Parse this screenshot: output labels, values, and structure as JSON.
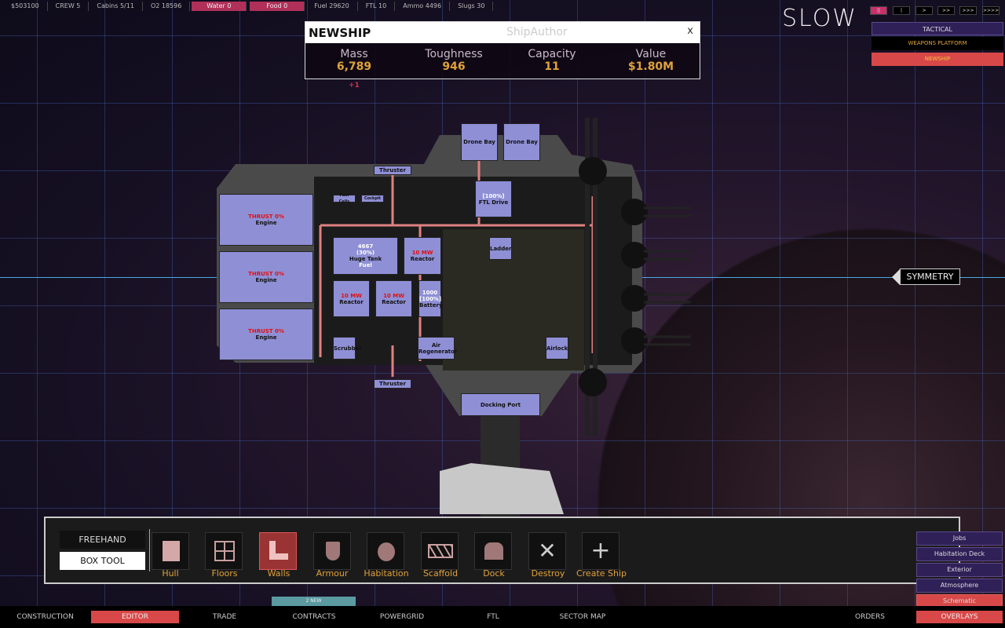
{
  "topbar": {
    "money": "$503100",
    "crew": "CREW 5",
    "cabins": "Cabins 5/11",
    "o2": "O2 18596",
    "water": "Water 0",
    "food": "Food 0",
    "fuel": "Fuel 29620",
    "ftl": "FTL 10",
    "ammo": "Ammo 4496",
    "slugs": "Slugs 30"
  },
  "speed": {
    "label": "SLOW",
    "buttons": [
      "||",
      "|",
      ">",
      ">>",
      ">>>",
      ">>>>"
    ]
  },
  "tactical": {
    "header": "TACTICAL",
    "items": [
      "WEAPONS PLATFORM",
      "NEWSHIP"
    ]
  },
  "ship_dialog": {
    "name": "NEWSHIP",
    "author_placeholder": "ShipAuthor",
    "close": "x",
    "stats": [
      {
        "label": "Mass",
        "value": "6,789"
      },
      {
        "label": "Toughness",
        "value": "946"
      },
      {
        "label": "Capacity",
        "value": "11"
      },
      {
        "label": "Value",
        "value": "$1.80M"
      }
    ],
    "delta": "+1"
  },
  "symmetry": "SYMMETRY",
  "rooms": {
    "engine_status": "THRUST 0%",
    "engine": "Engine",
    "thruster": "Thruster",
    "drone_bay": "Drone Bay",
    "ftl_pct": "[100%]",
    "ftl": "FTL Drive",
    "tank_val": "4667",
    "tank_pct": "(30%)",
    "tank": "Huge Tank",
    "tank_sub": "Fuel",
    "reactor_mw": "10 MW",
    "reactor": "Reactor",
    "battery_val": "1000",
    "battery_pct": "[100%]",
    "battery": "Battery",
    "ladder": "Ladder",
    "air": "Air Regenerator",
    "docking": "Docking Port",
    "scrubber": "Scrubber",
    "airlock": "Airlock",
    "fuel_cells": "Fuel Cells",
    "cockpit": "Cockpit"
  },
  "toolbar": {
    "modes": [
      "FREEHAND",
      "BOX TOOL"
    ],
    "tools": [
      "Hull",
      "Floors",
      "Walls",
      "Armour",
      "Habitation",
      "Scaffold",
      "Dock",
      "Destroy",
      "Create Ship"
    ]
  },
  "overlays": [
    "Jobs",
    "Habitation Deck",
    "Exterior",
    "Atmosphere",
    "Schematic"
  ],
  "nav": {
    "badge": "2 NEW",
    "items": [
      "CONSTRUCTION",
      "EDITOR",
      "TRADE",
      "CONTRACTS",
      "POWERGRID",
      "FTL",
      "SECTOR MAP",
      "ORDERS",
      "OVERLAYS"
    ]
  },
  "colors": {
    "accent": "#d84848",
    "gold": "#e0a23a",
    "purple": "#302058",
    "room": "#8f8fd6"
  }
}
